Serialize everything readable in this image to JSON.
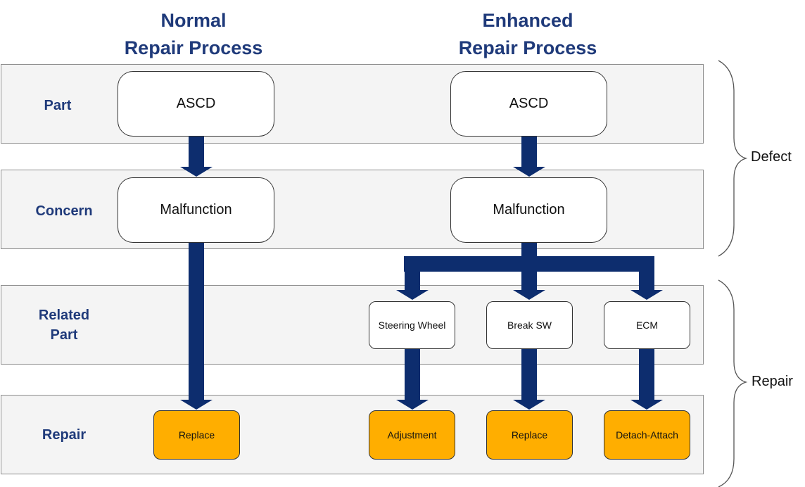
{
  "titles": {
    "normal": [
      "Normal",
      "Repair Process"
    ],
    "enhanced": [
      "Enhanced",
      "Repair Process"
    ]
  },
  "rows": {
    "part": "Part",
    "concern": "Concern",
    "related_part": [
      "Related",
      "Part"
    ],
    "repair": "Repair"
  },
  "normal": {
    "part": "ASCD",
    "concern": "Malfunction",
    "repair": "Replace"
  },
  "enhanced": {
    "part": "ASCD",
    "concern": "Malfunction",
    "related": [
      "Steering Wheel",
      "Break SW",
      "ECM"
    ],
    "repairs": [
      "Adjustment",
      "Replace",
      "Detach-Attach"
    ]
  },
  "braces": {
    "defect": "Defect",
    "repair": "Repair"
  },
  "colors": {
    "title_text": "#1f3a7a",
    "arrow": "#0d2d6e",
    "repair_box": "#ffae00",
    "band_fill": "#f4f4f4"
  }
}
